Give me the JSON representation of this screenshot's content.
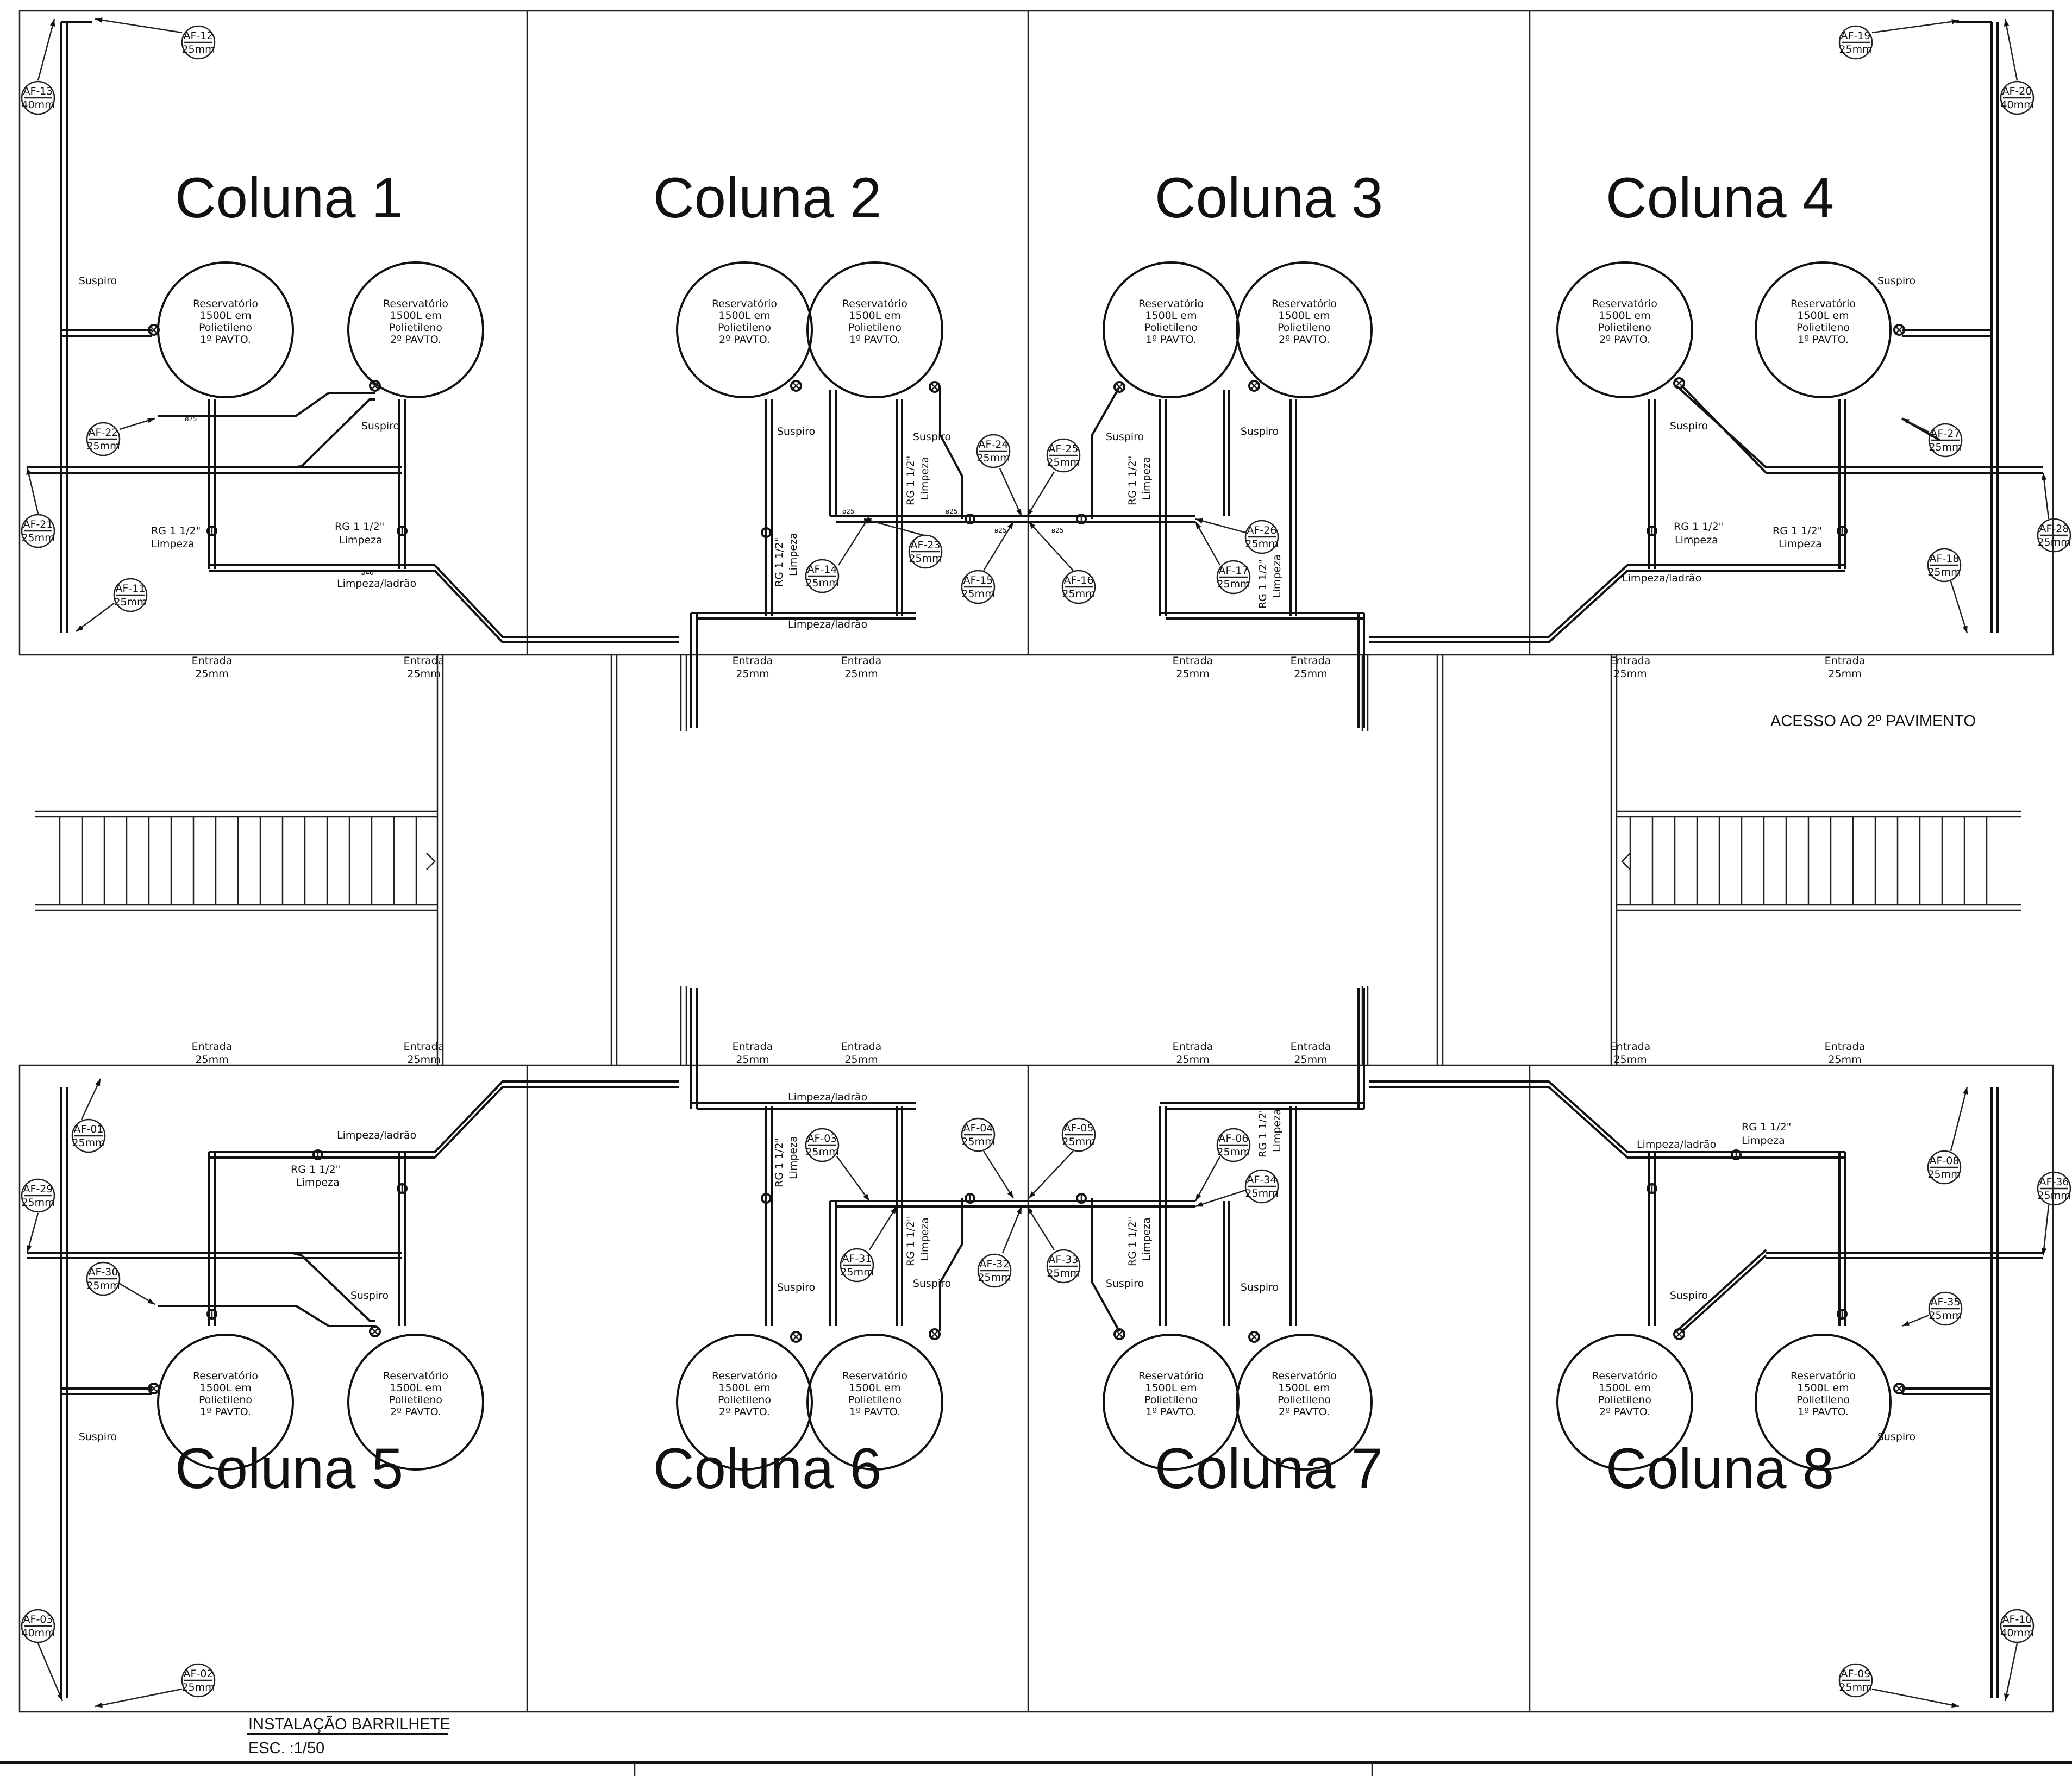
{
  "drawing": {
    "title": "INSTALAÇÃO BARRILHETE",
    "scale": "ESC. :1/50",
    "access_note": "ACESSO AO 2º PAVIMENTO"
  },
  "columns": [
    {
      "title": "Coluna 1",
      "tanks": [
        [
          "Reservatório",
          "1500L em",
          "Polietileno",
          "1º PAVTO."
        ],
        [
          "Reservatório",
          "1500L em",
          "Polietileno",
          "2º PAVTO."
        ]
      ]
    },
    {
      "title": "Coluna 2",
      "tanks": [
        [
          "Reservatório",
          "1500L em",
          "Polietileno",
          "2º PAVTO."
        ],
        [
          "Reservatório",
          "1500L em",
          "Polietileno",
          "1º PAVTO."
        ]
      ]
    },
    {
      "title": "Coluna 3",
      "tanks": [
        [
          "Reservatório",
          "1500L em",
          "Polietileno",
          "1º PAVTO."
        ],
        [
          "Reservatório",
          "1500L em",
          "Polietileno",
          "2º PAVTO."
        ]
      ]
    },
    {
      "title": "Coluna 4",
      "tanks": [
        [
          "Reservatório",
          "1500L em",
          "Polietileno",
          "2º PAVTO."
        ],
        [
          "Reservatório",
          "1500L em",
          "Polietileno",
          "1º PAVTO."
        ]
      ]
    },
    {
      "title": "Coluna 5",
      "tanks": [
        [
          "Reservatório",
          "1500L em",
          "Polietileno",
          "1º PAVTO."
        ],
        [
          "Reservatório",
          "1500L em",
          "Polietileno",
          "2º PAVTO."
        ]
      ]
    },
    {
      "title": "Coluna 6",
      "tanks": [
        [
          "Reservatório",
          "1500L em",
          "Polietileno",
          "2º PAVTO."
        ],
        [
          "Reservatório",
          "1500L em",
          "Polietileno",
          "1º PAVTO."
        ]
      ]
    },
    {
      "title": "Coluna 7",
      "tanks": [
        [
          "Reservatório",
          "1500L em",
          "Polietileno",
          "1º PAVTO."
        ],
        [
          "Reservatório",
          "1500L em",
          "Polietileno",
          "2º PAVTO."
        ]
      ]
    },
    {
      "title": "Coluna 8",
      "tanks": [
        [
          "Reservatório",
          "1500L em",
          "Polietileno",
          "2º PAVTO."
        ],
        [
          "Reservatório",
          "1500L em",
          "Polietileno",
          "1º PAVTO."
        ]
      ]
    }
  ],
  "common_labels": {
    "suspiro": "Suspiro",
    "entrada": "Entrada",
    "entrada_size": "25mm",
    "rg": "RG 1 1/2\"",
    "limpeza": "Limpeza",
    "limpeza_ladrao": "Limpeza/ladrão",
    "d40": "ø40",
    "d25": "ø25"
  },
  "tags": [
    {
      "id": "AF-01",
      "size": "25mm"
    },
    {
      "id": "AF-02",
      "size": "25mm"
    },
    {
      "id": "AF-03",
      "size": "40mm"
    },
    {
      "id": "AF-03",
      "size": "25mm"
    },
    {
      "id": "AF-04",
      "size": "25mm"
    },
    {
      "id": "AF-05",
      "size": "25mm"
    },
    {
      "id": "AF-06",
      "size": "25mm"
    },
    {
      "id": "AF-08",
      "size": "25mm"
    },
    {
      "id": "AF-09",
      "size": "25mm"
    },
    {
      "id": "AF-10",
      "size": "40mm"
    },
    {
      "id": "AF-11",
      "size": "25mm"
    },
    {
      "id": "AF-12",
      "size": "25mm"
    },
    {
      "id": "AF-13",
      "size": "40mm"
    },
    {
      "id": "AF-14",
      "size": "25mm"
    },
    {
      "id": "AF-15",
      "size": "25mm"
    },
    {
      "id": "AF-16",
      "size": "25mm"
    },
    {
      "id": "AF-17",
      "size": "25mm"
    },
    {
      "id": "AF-18",
      "size": "25mm"
    },
    {
      "id": "AF-19",
      "size": "25mm"
    },
    {
      "id": "AF-20",
      "size": "40mm"
    },
    {
      "id": "AF-21",
      "size": "25mm"
    },
    {
      "id": "AF-22",
      "size": "25mm"
    },
    {
      "id": "AF-23",
      "size": "25mm"
    },
    {
      "id": "AF-24",
      "size": "25mm"
    },
    {
      "id": "AF-25",
      "size": "25mm"
    },
    {
      "id": "AF-26",
      "size": "25mm"
    },
    {
      "id": "AF-27",
      "size": "25mm"
    },
    {
      "id": "AF-28",
      "size": "25mm"
    },
    {
      "id": "AF-29",
      "size": "25mm"
    },
    {
      "id": "AF-30",
      "size": "25mm"
    },
    {
      "id": "AF-31",
      "size": "25mm"
    },
    {
      "id": "AF-32",
      "size": "25mm"
    },
    {
      "id": "AF-33",
      "size": "25mm"
    },
    {
      "id": "AF-34",
      "size": "25mm"
    },
    {
      "id": "AF-35",
      "size": "25mm"
    },
    {
      "id": "AF-36",
      "size": "25mm"
    }
  ]
}
